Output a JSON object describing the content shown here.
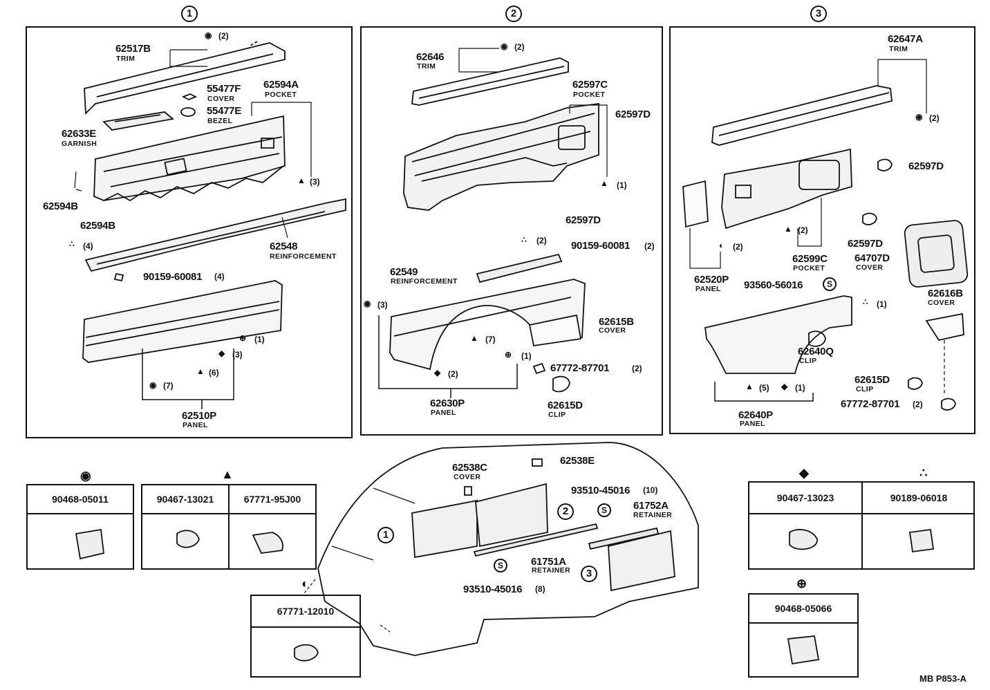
{
  "sections": [
    {
      "number": "1"
    },
    {
      "number": "2"
    },
    {
      "number": "3"
    }
  ],
  "panel1": {
    "trim": {
      "part": "62517B",
      "name": "TRIM",
      "qty": "(2)"
    },
    "cover": {
      "part": "55477F",
      "name": "COVER"
    },
    "bezel": {
      "part": "55477E",
      "name": "BEZEL"
    },
    "pocket": {
      "part": "62594A",
      "name": "POCKET",
      "qty": "(3)"
    },
    "garnish": {
      "part": "62633E",
      "name": "GARNISH"
    },
    "clip_a": {
      "part": "62594B"
    },
    "clip_b": {
      "part": "62594B"
    },
    "reinforcement": {
      "part": "62548",
      "name": "REINFORCEMENT"
    },
    "reinf_qty": "(4)",
    "screw": {
      "part": "90159-60081",
      "qty": "(4)"
    },
    "panel": {
      "part": "62510P",
      "name": "PANEL",
      "qty_dot": "(7)",
      "qty_tri": "(6)",
      "qty_sq": "(3)",
      "qty_plus": "(1)"
    }
  },
  "panel2": {
    "trim": {
      "part": "62646",
      "name": "TRIM",
      "qty": "(2)"
    },
    "pocket": {
      "part": "62597C",
      "name": "POCKET",
      "qty": "(1)"
    },
    "clip_a": {
      "part": "62597D"
    },
    "clip_b": {
      "part": "62597D"
    },
    "bolt_qty": "(2)",
    "screw": {
      "part": "90159-60081",
      "qty": "(2)"
    },
    "reinforcement": {
      "part": "62549",
      "name": "REINFORCEMENT"
    },
    "panel_dot_qty": "(3)",
    "tri_qty": "(7)",
    "cover": {
      "part": "62615B",
      "name": "COVER"
    },
    "plus_qty": "(1)",
    "fastener": {
      "part": "67772-87701",
      "qty": "(2)"
    },
    "sq_qty": "(2)",
    "panel": {
      "part": "62630P",
      "name": "PANEL"
    },
    "clip": {
      "part": "62615D",
      "name": "CLIP"
    }
  },
  "panel3": {
    "trim": {
      "part": "62647A",
      "name": "TRIM",
      "qty": "(2)"
    },
    "clip_a": {
      "part": "62597D"
    },
    "clip_b": {
      "part": "62597D"
    },
    "tri_qty": "(2)",
    "half_qty": "(2)",
    "pocket": {
      "part": "62599C",
      "name": "POCKET"
    },
    "panel_small": {
      "part": "62520P",
      "name": "PANEL"
    },
    "cover_large": {
      "part": "64707D",
      "name": "COVER"
    },
    "screw": {
      "part": "93560-56016"
    },
    "bolt_qty": "(1)",
    "cover_small": {
      "part": "62616B",
      "name": "COVER"
    },
    "clip_q": {
      "part": "62640Q",
      "name": "CLIP"
    },
    "clip_d": {
      "part": "62615D",
      "name": "CLIP"
    },
    "fastener": {
      "part": "67772-87701",
      "qty": "(2)"
    },
    "panel": {
      "part": "62640P",
      "name": "PANEL",
      "qty_tri": "(5)",
      "qty_sq": "(1)"
    }
  },
  "van": {
    "cover": {
      "part": "62538C",
      "name": "COVER"
    },
    "clip": {
      "part": "62538E"
    },
    "screw_top": {
      "part": "93510-45016",
      "qty": "(10)"
    },
    "retainer_a": {
      "part": "61752A",
      "name": "RETAINER"
    },
    "retainer_b": {
      "part": "61751A",
      "name": "RETAINER"
    },
    "screw_bottom": {
      "part": "93510-45016",
      "qty": "(8)"
    },
    "callouts": [
      "1",
      "2",
      "3"
    ]
  },
  "legend": {
    "dot_clip": {
      "part": "90468-05011"
    },
    "tri_a": {
      "part": "90467-13021"
    },
    "tri_b": {
      "part": "67771-95J00"
    },
    "half": {
      "part": "67771-12010"
    },
    "sq": {
      "part": "90467-13023"
    },
    "bolt": {
      "part": "90189-06018"
    },
    "plus": {
      "part": "90468-05066"
    }
  },
  "footer": {
    "code": "MB P853-A"
  }
}
